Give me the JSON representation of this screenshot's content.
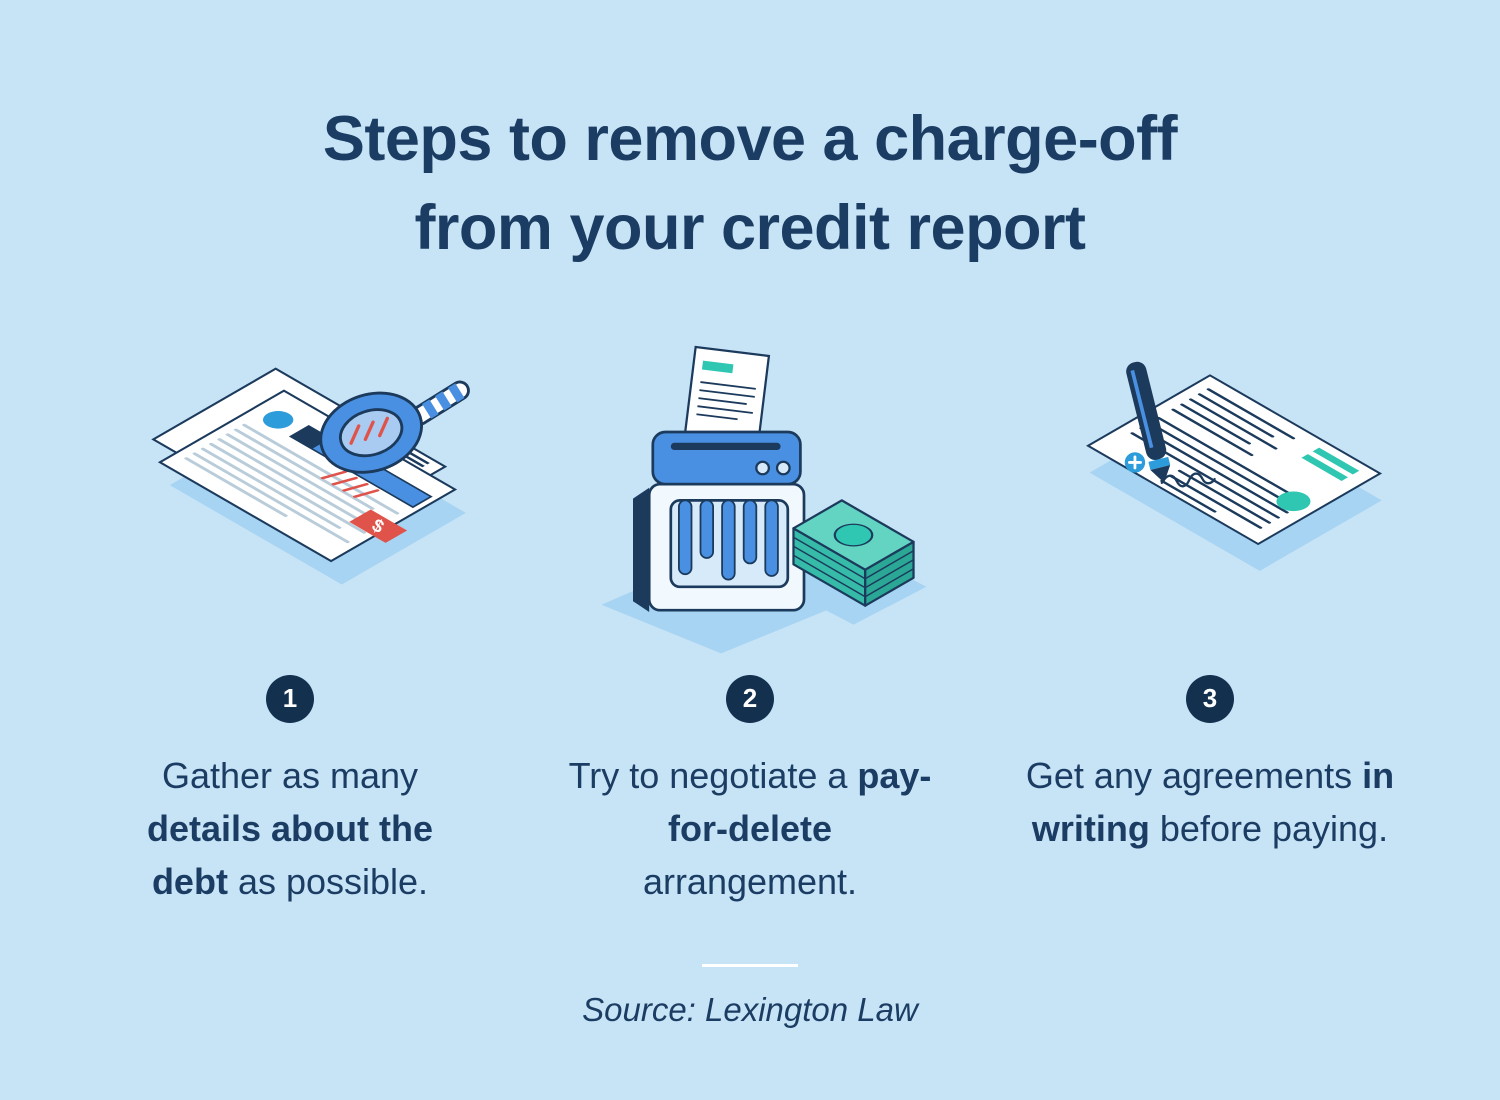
{
  "title": {
    "line1": "Steps to remove a charge-off",
    "line2": "from your credit report"
  },
  "steps": [
    {
      "number": "1",
      "icon": "document-with-magnifier-icon",
      "tag_label": "$",
      "text": {
        "pre": "Gather as many ",
        "bold": "details about the debt",
        "post": " as possible."
      }
    },
    {
      "number": "2",
      "icon": "paper-shredder-with-money-icon",
      "text": {
        "pre": "Try to negotiate a ",
        "bold": "pay-for-delete",
        "post": " arrangement."
      }
    },
    {
      "number": "3",
      "icon": "pen-signing-document-icon",
      "text": {
        "pre": "Get any agreements ",
        "bold": "in writing",
        "post": " before paying."
      }
    }
  ],
  "source": "Source: Lexington Law",
  "colors": {
    "background": "#C7E3F6",
    "navy": "#1B3A5C",
    "text_navy": "#1C3D63",
    "badge_navy": "#13304F",
    "blue": "#4A90E2",
    "light_blue": "#D6EAFA",
    "shadow_blue": "#A6D4F2",
    "teal": "#2FC6B2",
    "red": "#E0534A",
    "white": "#FFFFFF"
  }
}
